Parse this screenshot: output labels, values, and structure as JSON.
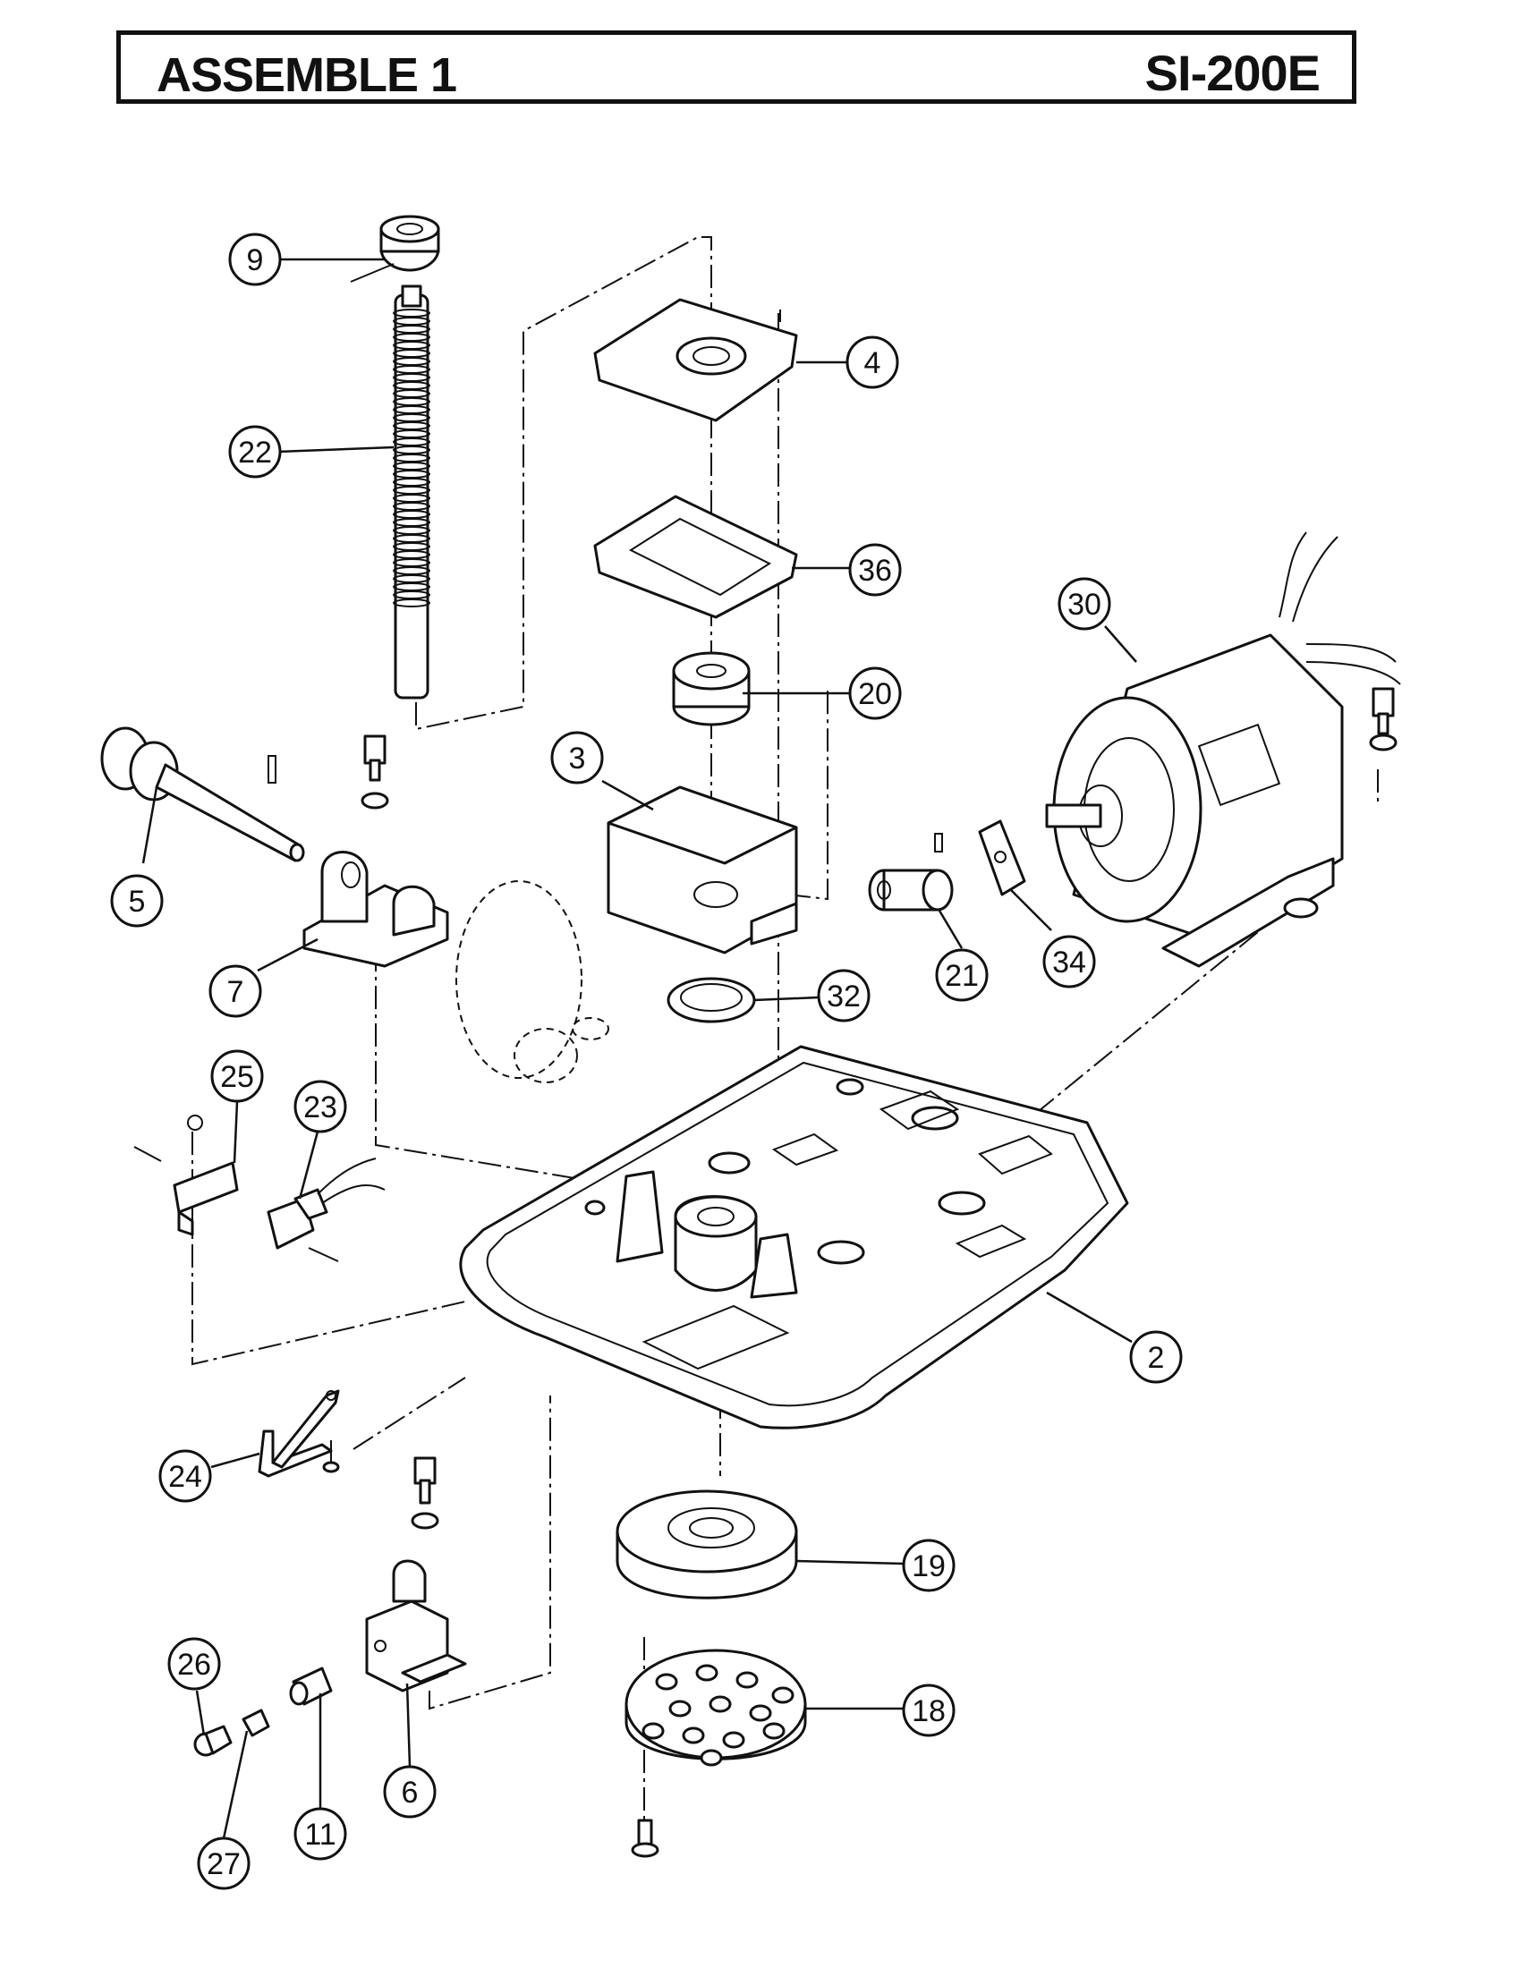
{
  "header": {
    "title": "ASSEMBLE 1",
    "model": "SI-200E"
  },
  "callouts": {
    "c9": "9",
    "c22": "22",
    "c4": "4",
    "c36": "36",
    "c30": "30",
    "c20": "20",
    "c3": "3",
    "c5": "5",
    "c7": "7",
    "c21": "21",
    "c34": "34",
    "c32": "32",
    "c25": "25",
    "c23": "23",
    "c2": "2",
    "c24": "24",
    "c19": "19",
    "c26": "26",
    "c18": "18",
    "c6": "6",
    "c11": "11",
    "c27": "27"
  }
}
